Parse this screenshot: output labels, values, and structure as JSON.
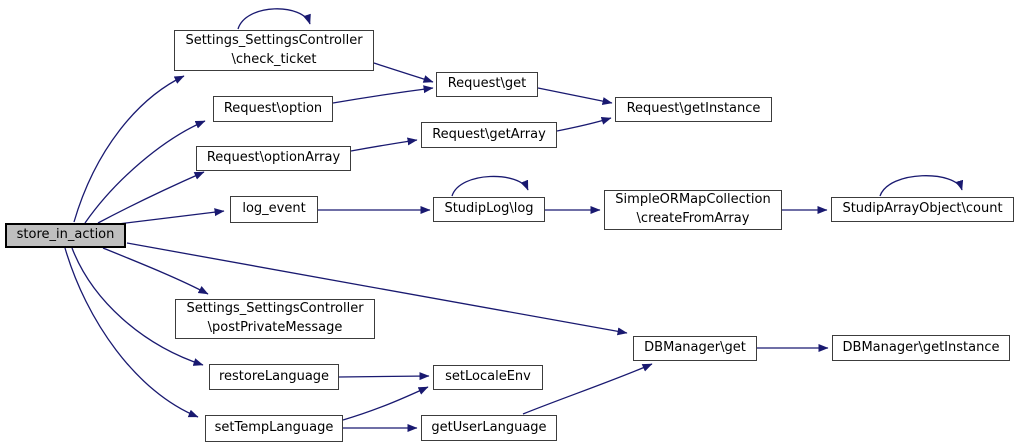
{
  "diagram": {
    "kind": "doxygen-call-graph",
    "root_function": "store_in_action"
  },
  "colors": {
    "background": "#ffffff",
    "edge": "#191970",
    "node_fill": "#ffffff",
    "node_border": "#3c3c3c",
    "root_fill": "#bfbfbf",
    "text": "#000000"
  },
  "nodes": [
    {
      "id": "store_in_action",
      "label": "store_in_action",
      "root": true
    },
    {
      "id": "check_ticket",
      "label": "Settings_SettingsController\n\\check_ticket"
    },
    {
      "id": "request_option",
      "label": "Request\\option"
    },
    {
      "id": "request_optionArray",
      "label": "Request\\optionArray"
    },
    {
      "id": "log_event",
      "label": "log_event"
    },
    {
      "id": "request_get",
      "label": "Request\\get"
    },
    {
      "id": "request_getArray",
      "label": "Request\\getArray"
    },
    {
      "id": "request_getInstance",
      "label": "Request\\getInstance"
    },
    {
      "id": "studiplog_log",
      "label": "StudipLog\\log"
    },
    {
      "id": "createFromArray",
      "label": "SimpleORMapCollection\n\\createFromArray"
    },
    {
      "id": "studiparrayobject_count",
      "label": "StudipArrayObject\\count"
    },
    {
      "id": "postPrivateMessage",
      "label": "Settings_SettingsController\n\\postPrivateMessage"
    },
    {
      "id": "restoreLanguage",
      "label": "restoreLanguage"
    },
    {
      "id": "setTempLanguage",
      "label": "setTempLanguage"
    },
    {
      "id": "setLocaleEnv",
      "label": "setLocaleEnv"
    },
    {
      "id": "getUserLanguage",
      "label": "getUserLanguage"
    },
    {
      "id": "dbmanager_get",
      "label": "DBManager\\get"
    },
    {
      "id": "dbmanager_getInstance",
      "label": "DBManager\\getInstance"
    }
  ],
  "edges": [
    {
      "from": "store_in_action",
      "to": "check_ticket"
    },
    {
      "from": "store_in_action",
      "to": "request_option"
    },
    {
      "from": "store_in_action",
      "to": "request_optionArray"
    },
    {
      "from": "store_in_action",
      "to": "log_event"
    },
    {
      "from": "store_in_action",
      "to": "dbmanager_get"
    },
    {
      "from": "store_in_action",
      "to": "postPrivateMessage"
    },
    {
      "from": "store_in_action",
      "to": "restoreLanguage"
    },
    {
      "from": "store_in_action",
      "to": "setTempLanguage"
    },
    {
      "from": "check_ticket",
      "to": "check_ticket"
    },
    {
      "from": "check_ticket",
      "to": "request_get"
    },
    {
      "from": "request_option",
      "to": "request_get"
    },
    {
      "from": "request_optionArray",
      "to": "request_getArray"
    },
    {
      "from": "request_get",
      "to": "request_getInstance"
    },
    {
      "from": "request_getArray",
      "to": "request_getInstance"
    },
    {
      "from": "log_event",
      "to": "studiplog_log"
    },
    {
      "from": "studiplog_log",
      "to": "studiplog_log"
    },
    {
      "from": "studiplog_log",
      "to": "createFromArray"
    },
    {
      "from": "createFromArray",
      "to": "studiparrayobject_count"
    },
    {
      "from": "studiparrayobject_count",
      "to": "studiparrayobject_count"
    },
    {
      "from": "restoreLanguage",
      "to": "setLocaleEnv"
    },
    {
      "from": "setTempLanguage",
      "to": "setLocaleEnv"
    },
    {
      "from": "setTempLanguage",
      "to": "getUserLanguage"
    },
    {
      "from": "getUserLanguage",
      "to": "dbmanager_get"
    },
    {
      "from": "dbmanager_get",
      "to": "dbmanager_getInstance"
    }
  ]
}
